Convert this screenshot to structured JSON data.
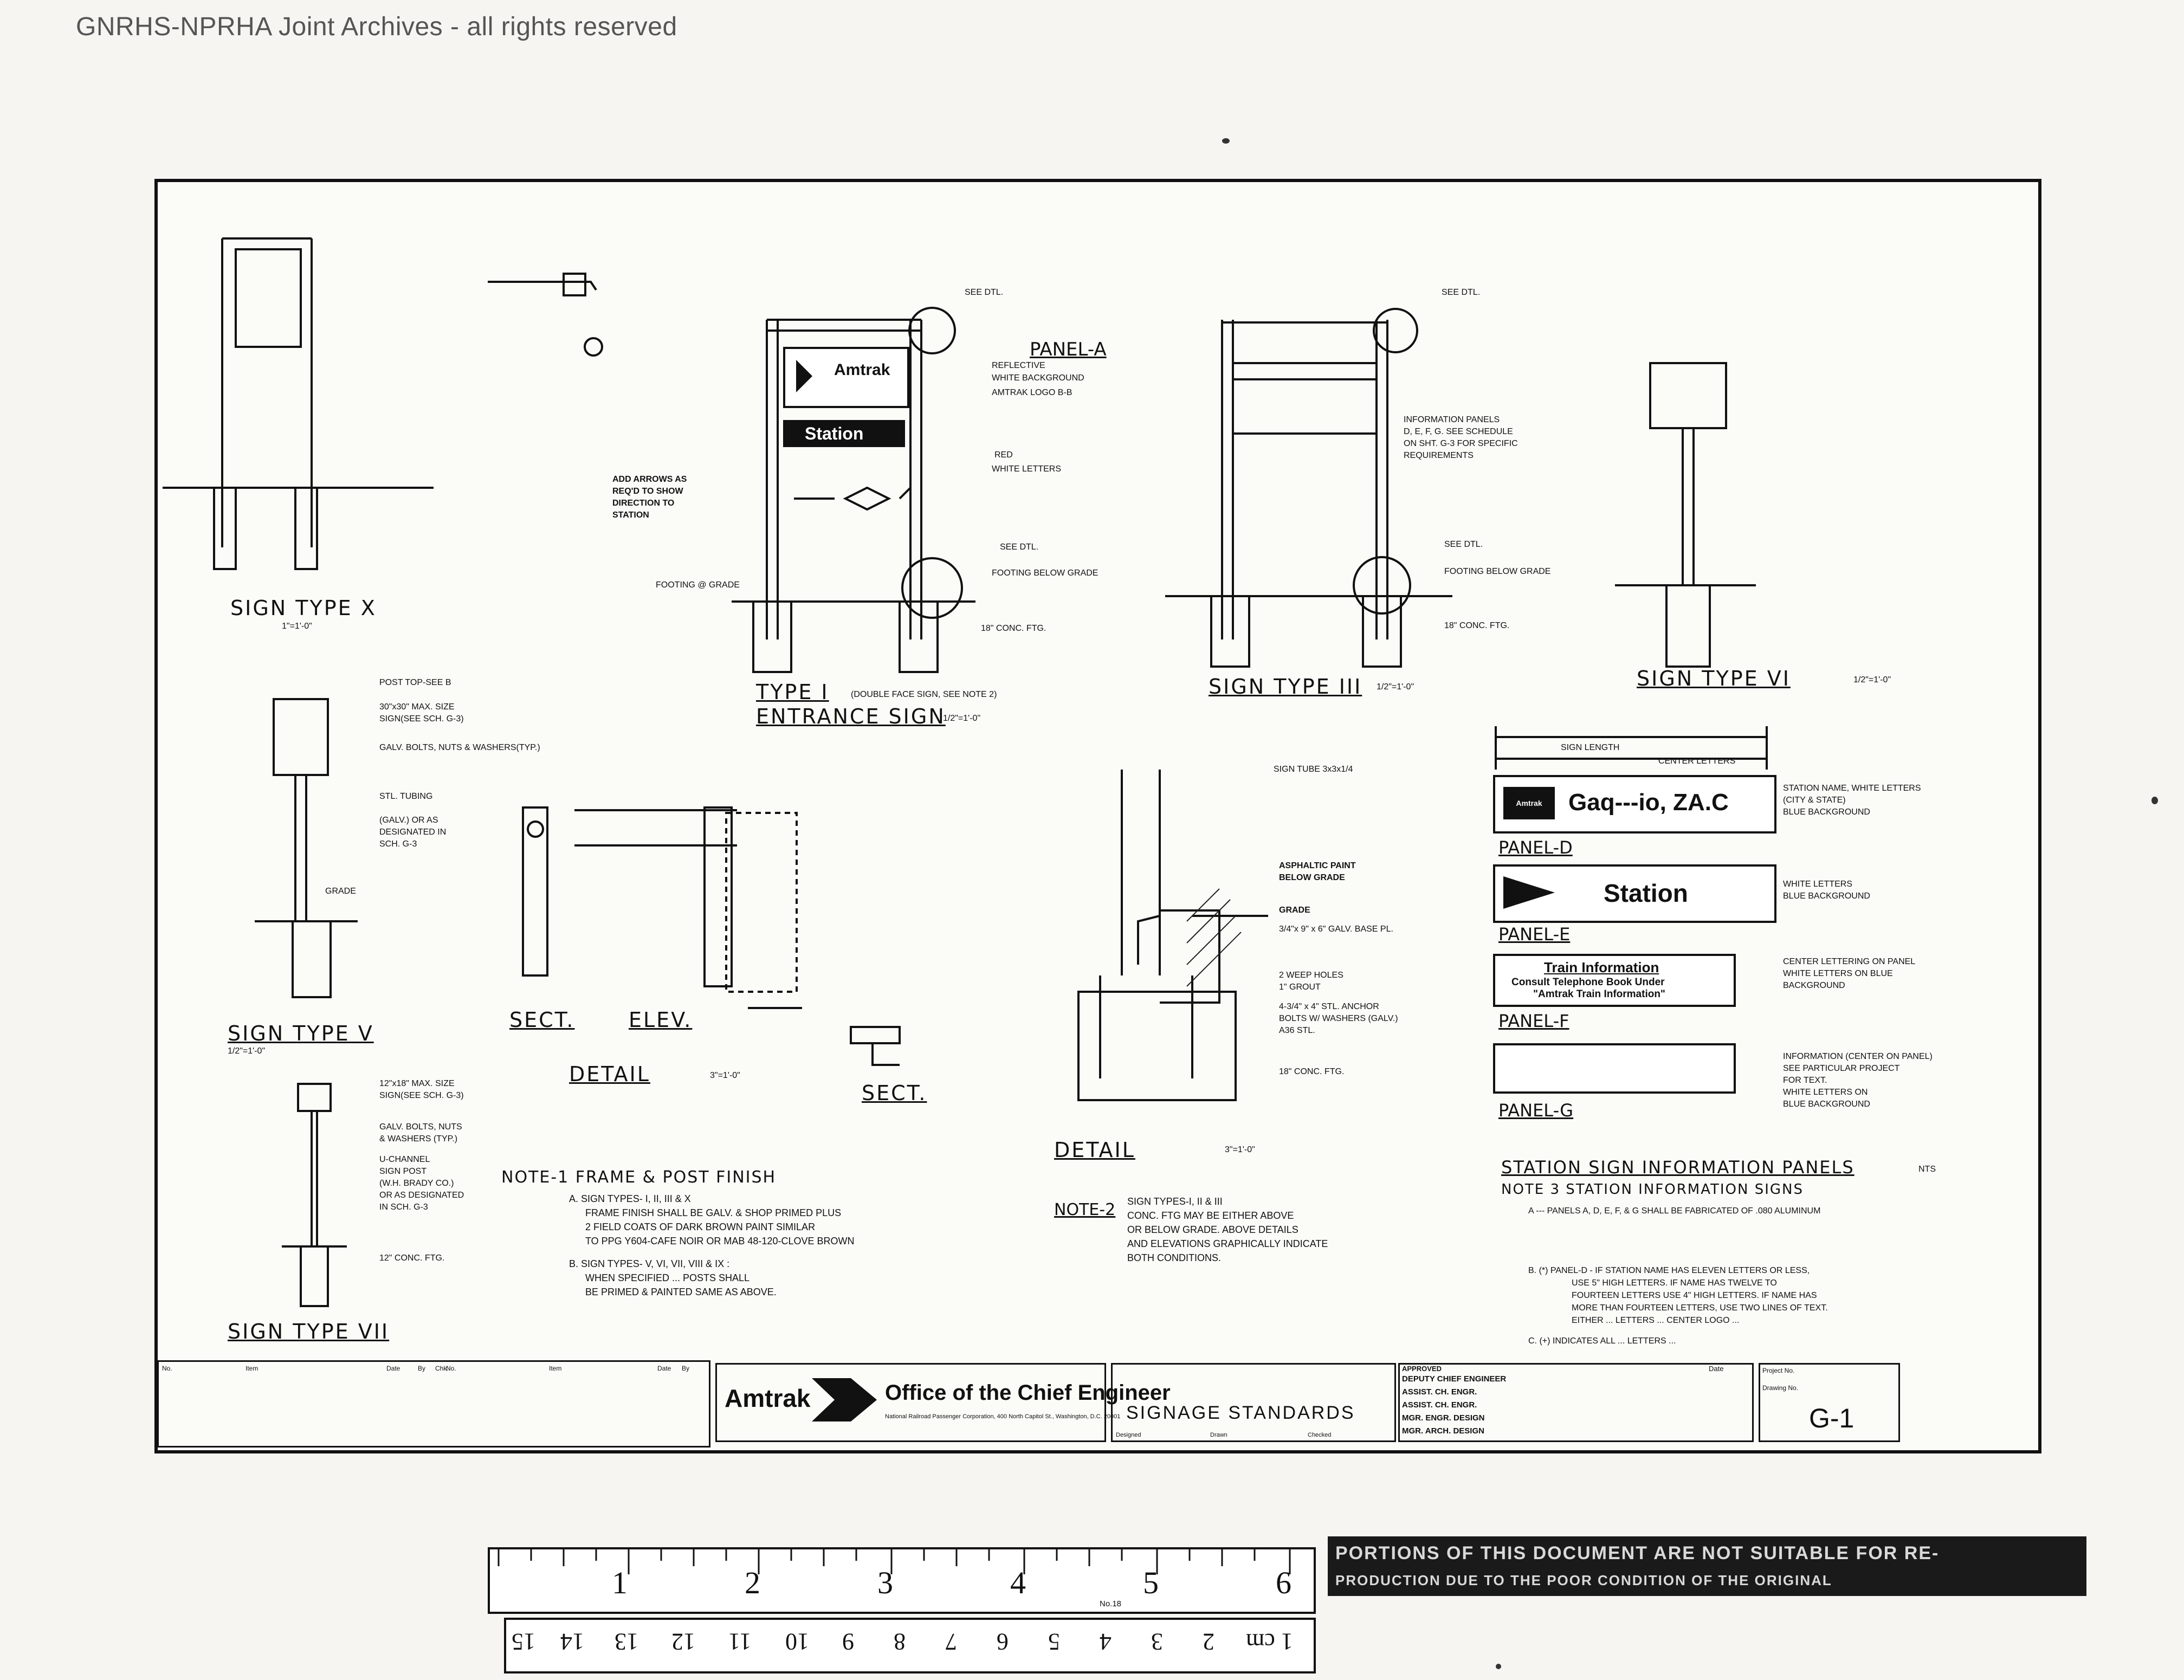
{
  "watermark": "GNRHS-NPRHA Joint Archives - all rights reserved",
  "sections": {
    "type_x": {
      "title": "SIGN TYPE X",
      "scale": "1\"=1'-0\""
    },
    "type_i": {
      "title_line1": "TYPE I",
      "title_line2": "ENTRANCE SIGN",
      "qualifier": "(DOUBLE FACE SIGN, SEE NOTE 2)",
      "scale": "1/2\"=1'-0\""
    },
    "type_iii": {
      "title": "SIGN TYPE III",
      "scale": "1/2\"=1'-0\""
    },
    "type_vi": {
      "title": "SIGN TYPE VI",
      "scale": "1/2\"=1'-0\""
    },
    "type_v": {
      "title": "SIGN TYPE V",
      "scale": "1/2\"=1'-0\""
    },
    "type_vii": {
      "title": "SIGN TYPE VII"
    },
    "detail_1": {
      "title": "DETAIL",
      "scale": "3\"=1'-0\""
    },
    "detail_2": {
      "title": "DETAIL",
      "scale": "3\"=1'-0\""
    },
    "sect_a": {
      "title": "SECT."
    },
    "sect_b": {
      "title": "SECT."
    },
    "elev": {
      "title": "ELEV."
    },
    "info_panels": {
      "title": "STATION SIGN INFORMATION PANELS",
      "nts": "NTS"
    }
  },
  "callouts": {
    "panel_a": "PANEL-A",
    "panel_a_notes": [
      "REFLECTIVE",
      "WHITE BACKGROUND",
      "AMTRAK LOGO B-B"
    ],
    "red": "RED",
    "white_letters": "WHITE LETTERS",
    "add_arrows": [
      "ADD ARROWS AS",
      "REQ'D TO SHOW",
      "DIRECTION TO",
      "STATION"
    ],
    "see_dtl": "SEE DTL.",
    "footing_grade": "FOOTING @ GRADE",
    "footing_below_grade": "FOOTING BELOW GRADE",
    "conc_ftg": "18\" CONC. FTG.",
    "info_panels_note": [
      "INFORMATION PANELS",
      "D, E, F, G. SEE SCHEDULE",
      "ON SHT. G-3 FOR SPECIFIC",
      "REQUIREMENTS"
    ],
    "asphaltic_paint": [
      "ASPHALTIC PAINT",
      "BELOW GRADE"
    ],
    "grade": "GRADE",
    "type_v_notes": [
      "POST TOP-SEE B",
      "30\"x30\" MAX. SIZE",
      "SIGN(SEE SCH. G-3)",
      "GALV. BOLTS, NUTS & WASHERS(TYP.)",
      "STL. TUBING",
      "(GALV.) OR AS",
      "DESIGNATED IN",
      "SCH. G-3"
    ],
    "type_vii_notes": [
      "12\"x18\" MAX. SIZE",
      "SIGN(SEE SCH. G-3)",
      "GALV. BOLTS, NUTS",
      "& WASHERS (TYP.)",
      "U-CHANNEL",
      "SIGN POST",
      "(W.H. BRADY CO.)",
      "OR AS DESIGNATED",
      "IN SCH. G-3",
      "12\" CONC. FTG."
    ],
    "panel_d_right": [
      "STATION NAME, WHITE LETTERS",
      "(CITY & STATE)",
      "BLUE BACKGROUND"
    ],
    "panel_e_right": [
      "WHITE LETTERS",
      "BLUE BACKGROUND"
    ],
    "panel_f_right": [
      "CENTER LETTERING ON PANEL",
      "WHITE LETTERS ON BLUE",
      "BACKGROUND"
    ],
    "panel_g_right": [
      "INFORMATION (CENTER ON PANEL)",
      "SEE PARTICULAR PROJECT",
      "FOR TEXT.",
      "WHITE LETTERS ON",
      "BLUE BACKGROUND"
    ],
    "panel_labels": [
      "PANEL-D",
      "PANEL-E",
      "PANEL-F",
      "PANEL-G"
    ],
    "sign_length": "SIGN LENGTH",
    "center_letters": "CENTER LETTERS",
    "detail_texts": [
      "SIGN TUBE 3x3x1/4",
      "3/4\"x 9\" x 6\" GALV. BASE PL.",
      "4-3/4\" x 4\" STL. ANCHOR",
      "BOLTS W/ WASHERS (GALV.)",
      "A36 STL.",
      "18\" CONC. FTG.",
      "2 WEEP HOLES",
      "1\" GROUT"
    ]
  },
  "panels": {
    "panel_a": {
      "logo": "Amtrak",
      "station": "Station"
    },
    "panel_d": {
      "logo": "Amtrak",
      "name": "Gaq---io, ZA.C"
    },
    "panel_e": {
      "station": "Station"
    },
    "panel_f": {
      "line1": "Train Information",
      "line2": "Consult Telephone Book Under",
      "line3": "\"Amtrak Train Information\""
    }
  },
  "notes": {
    "note1": {
      "title": "NOTE-1  FRAME & POST FINISH",
      "lines": [
        "A. SIGN TYPES- I, II, III & X",
        "FRAME FINISH SHALL BE GALV. & SHOP PRIMED PLUS",
        "2 FIELD COATS OF DARK BROWN PAINT SIMILAR",
        "TO PPG Y604-CAFE NOIR OR MAB 48-120-CLOVE BROWN",
        "B. SIGN TYPES- V, VI, VII, VIII & IX :",
        "WHEN SPECIFIED ... POSTS SHALL",
        "BE PRIMED & PAINTED SAME AS ABOVE."
      ]
    },
    "note2": {
      "title": "NOTE-2",
      "lines": [
        "SIGN TYPES-I, II & III",
        "CONC. FTG MAY BE EITHER ABOVE",
        "OR BELOW GRADE. ABOVE DETAILS",
        "AND ELEVATIONS GRAPHICALLY INDICATE",
        "BOTH CONDITIONS."
      ]
    },
    "note3": {
      "title": "NOTE 3  STATION INFORMATION SIGNS",
      "lines": [
        "A --- PANELS A, D, E, F, & G SHALL BE FABRICATED OF .080 ALUMINUM",
        "B. (*) PANEL-D - IF STATION NAME HAS ELEVEN LETTERS OR LESS,",
        "USE 5\" HIGH LETTERS. IF NAME HAS TWELVE TO",
        "FOURTEEN LETTERS USE 4\" HIGH LETTERS. IF NAME HAS",
        "MORE THAN FOURTEEN LETTERS, USE TWO LINES OF TEXT.",
        "EITHER ... LETTERS ... CENTER LOGO ...",
        "C. (+) INDICATES ALL ... LETTERS ..."
      ]
    }
  },
  "title_block": {
    "col_headers": [
      "No.",
      "Item",
      "Date",
      "By",
      "Chk.",
      "No.",
      "Item",
      "Date",
      "By"
    ],
    "logo": "Amtrak",
    "office": "Office of the Chief Engineer",
    "address": "National Railroad Passenger Corporation, 400 North Capitol St., Washington, D.C. 20001",
    "sheet_title": "SIGNAGE   STANDARDS",
    "sub_labels": [
      "Designed",
      "Drawn",
      "Checked"
    ],
    "approved": "APPROVED",
    "approvals": [
      "DEPUTY CHIEF ENGINEER",
      "ASSIST. CH. ENGR.",
      "ASSIST. CH. ENGR.",
      "MGR. ENGR. DESIGN",
      "MGR. ARCH. DESIGN"
    ],
    "date_label": "Date",
    "project_no": "Project No.",
    "drawing_no_label": "Drawing No.",
    "drawing_no": "G-1"
  },
  "ruler": {
    "inches": [
      "1",
      "2",
      "3",
      "4",
      "5",
      "6"
    ],
    "cm": [
      "1 cm",
      "2",
      "3",
      "4",
      "5",
      "6",
      "7",
      "8",
      "9",
      "10",
      "11",
      "12",
      "13",
      "14",
      "15"
    ],
    "brand": "No.18"
  },
  "stamp": [
    "PORTIONS OF THIS DOCUMENT ARE NOT SUITABLE FOR RE-",
    "PRODUCTION DUE TO THE POOR CONDITION OF THE ORIGINAL"
  ]
}
